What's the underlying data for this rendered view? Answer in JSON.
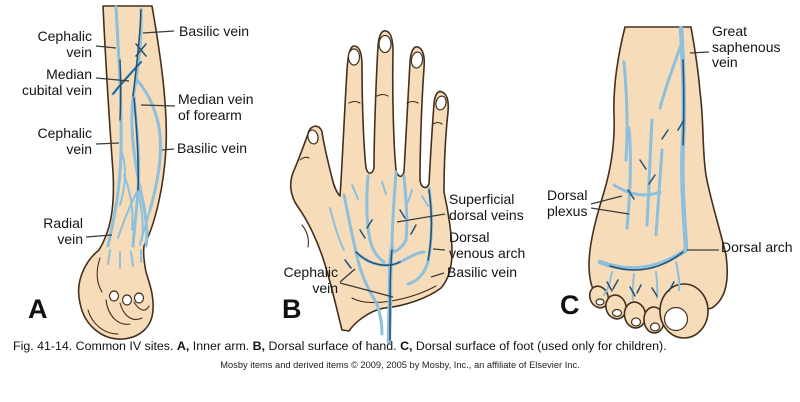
{
  "caption": {
    "parts": [
      "Fig. 41-14. Common IV sites. ",
      "A,",
      " Inner arm. ",
      "B,",
      " Dorsal surface of hand. ",
      "C,",
      " Dorsal surface of foot (used only for children)."
    ]
  },
  "credit": "Mosby items and derived items © 2009, 2005 by Mosby, Inc., an affiliate of Elsevier Inc.",
  "panels": {
    "arm": {
      "letter": "A",
      "labels": {
        "basilic_upper": "Basilic vein",
        "cephalic_upper": "Cephalic\nvein",
        "median_cubital": "Median\ncubital vein",
        "median_forearm": "Median vein\nof forearm",
        "cephalic_lower": "Cephalic\nvein",
        "basilic_lower": "Basilic vein",
        "radial": "Radial\nvein"
      }
    },
    "hand": {
      "letter": "B",
      "labels": {
        "superficial_dorsal": "Superficial\ndorsal veins",
        "dorsal_venous_arch": "Dorsal\nvenous arch",
        "basilic": "Basilic vein",
        "cephalic": "Cephalic\nvein"
      }
    },
    "foot": {
      "letter": "C",
      "labels": {
        "great_saphenous": "Great\nsaphenous\nvein",
        "dorsal_plexus": "Dorsal\nplexus",
        "dorsal_arch": "Dorsal arch"
      }
    }
  },
  "colors": {
    "skin": "#f7dcba",
    "vein_light": "#8cc0dc",
    "vein_dark": "#27506f",
    "outline": "#43301f"
  }
}
